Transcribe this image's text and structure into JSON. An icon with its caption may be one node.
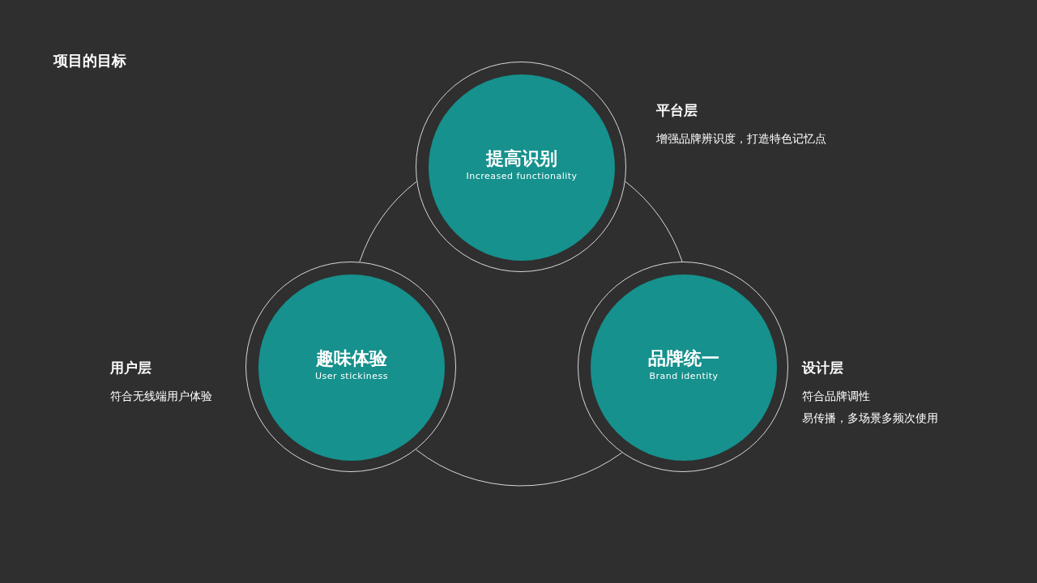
{
  "diagram": {
    "title": "项目的目标",
    "nodes": [
      {
        "text": [
          "提高识别",
          "Increased functionality"
        ],
        "beside": [
          "平台层",
          "增强品牌辨识度，打造特色记忆点"
        ]
      },
      {
        "text": [
          "趣味体验",
          "User stickiness"
        ],
        "beside": [
          "用户层",
          "符合无线端用户体验"
        ]
      },
      {
        "text": [
          "品牌统一",
          "Brand identity"
        ],
        "beside": [
          "设计层",
          "符合品牌调性",
          "易传播，多场景多频次使用"
        ]
      }
    ],
    "edges": [
      {
        "from": 0,
        "to": 1,
        "arrow": "none"
      },
      {
        "from": 1,
        "to": 2,
        "arrow": "none"
      },
      {
        "from": 0,
        "to": 2,
        "arrow": "none"
      }
    ]
  }
}
